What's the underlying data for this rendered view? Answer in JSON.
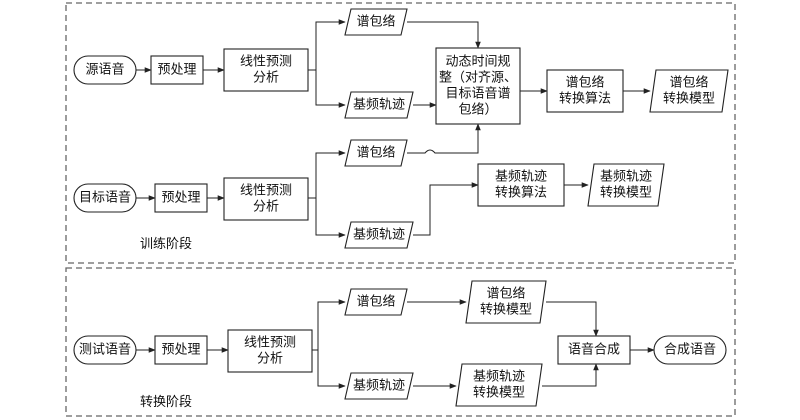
{
  "stages": {
    "training": {
      "label": "训练阶段"
    },
    "conversion": {
      "label": "转换阶段"
    }
  },
  "nodes": {
    "source_speech": {
      "lines": [
        "源语音"
      ]
    },
    "train_pre_src": {
      "lines": [
        "预处理"
      ]
    },
    "train_lpa_src": {
      "lines": [
        "线性预测",
        "分析"
      ]
    },
    "train_env_src": {
      "lines": [
        "谱包络"
      ]
    },
    "train_f0_src": {
      "lines": [
        "基频轨迹"
      ]
    },
    "dtw": {
      "lines": [
        "动态时间规",
        "整（对齐源、",
        "目标语音谱",
        "包络）"
      ]
    },
    "env_algo": {
      "lines": [
        "谱包络",
        "转换算法"
      ]
    },
    "env_model": {
      "lines": [
        "谱包络",
        "转换模型"
      ]
    },
    "target_speech": {
      "lines": [
        "目标语音"
      ]
    },
    "train_pre_tgt": {
      "lines": [
        "预处理"
      ]
    },
    "train_lpa_tgt": {
      "lines": [
        "线性预测",
        "分析"
      ]
    },
    "train_env_tgt": {
      "lines": [
        "谱包络"
      ]
    },
    "train_f0_tgt": {
      "lines": [
        "基频轨迹"
      ]
    },
    "f0_algo": {
      "lines": [
        "基频轨迹",
        "转换算法"
      ]
    },
    "f0_model": {
      "lines": [
        "基频轨迹",
        "转换模型"
      ]
    },
    "test_speech": {
      "lines": [
        "测试语音"
      ]
    },
    "conv_pre": {
      "lines": [
        "预处理"
      ]
    },
    "conv_lpa": {
      "lines": [
        "线性预测",
        "分析"
      ]
    },
    "conv_env": {
      "lines": [
        "谱包络"
      ]
    },
    "conv_f0": {
      "lines": [
        "基频轨迹"
      ]
    },
    "conv_env_model": {
      "lines": [
        "谱包络",
        "转换模型"
      ]
    },
    "conv_f0_model": {
      "lines": [
        "基频轨迹",
        "转换模型"
      ]
    },
    "synthesis": {
      "lines": [
        "语音合成"
      ]
    },
    "synth_speech": {
      "lines": [
        "合成语音"
      ]
    }
  }
}
